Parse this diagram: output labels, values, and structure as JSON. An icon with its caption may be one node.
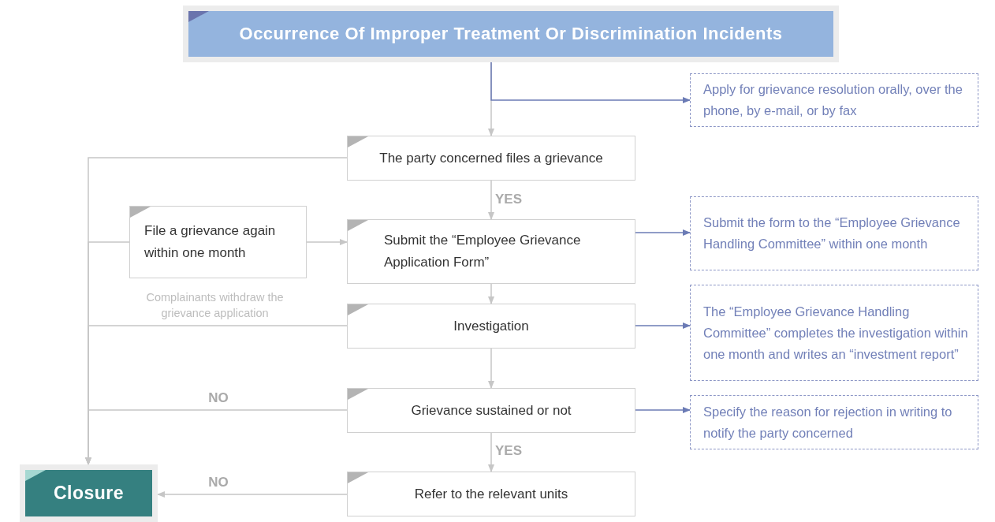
{
  "diagram": {
    "nodes": [
      {
        "text": [
          "Occurrence Of Improper Treatment Or Discrimination Incidents"
        ]
      },
      {
        "text": [
          "Apply for grievance resolution orally, over the phone, by e-mail, or by fax"
        ]
      },
      {
        "text": [
          "The party concerned files a grievance"
        ]
      },
      {
        "text": [
          "File a grievance again within one month"
        ]
      },
      {
        "text": [
          "Submit the “Employee Grievance Application Form”"
        ]
      },
      {
        "text": [
          "Submit the form to the “Employee Grievance Handling Committee” within one month"
        ]
      },
      {
        "text": [
          "Investigation"
        ]
      },
      {
        "text": [
          "The “Employee Grievance Handling Committee” completes the investigation within one month and writes an “investment report”"
        ]
      },
      {
        "text": [
          "Grievance sustained or not"
        ]
      },
      {
        "text": [
          "Specify the reason for rejection in writing to notify the party concerned"
        ]
      },
      {
        "text": [
          "Refer to the relevant units"
        ]
      },
      {
        "text": [
          "Closure"
        ]
      }
    ],
    "edges": [
      {
        "from": 0,
        "to": 2,
        "arrow": "to"
      },
      {
        "from": 0,
        "to": 1,
        "arrow": "to",
        "color": "#6b7bb5"
      },
      {
        "from": 2,
        "to": 4,
        "arrow": "to",
        "label": "YES"
      },
      {
        "from": 2,
        "to": 11,
        "arrow": "to"
      },
      {
        "from": 3,
        "to": 11,
        "arrow": "to"
      },
      {
        "from": 3,
        "to": 4,
        "arrow": "to"
      },
      {
        "from": 4,
        "to": 5,
        "arrow": "to",
        "color": "#6b7bb5"
      },
      {
        "from": 4,
        "to": 6,
        "arrow": "to"
      },
      {
        "from": 6,
        "to": 11,
        "arrow": "to",
        "label": "Complainants withdraw the grievance application"
      },
      {
        "from": 6,
        "to": 7,
        "arrow": "to",
        "color": "#6b7bb5"
      },
      {
        "from": 6,
        "to": 8,
        "arrow": "to"
      },
      {
        "from": 8,
        "to": 11,
        "arrow": "to",
        "label": "NO"
      },
      {
        "from": 8,
        "to": 9,
        "arrow": "to",
        "color": "#6b7bb5"
      },
      {
        "from": 8,
        "to": 10,
        "arrow": "to",
        "label": "YES"
      },
      {
        "from": 10,
        "to": 11,
        "arrow": "to",
        "label": "NO"
      }
    ]
  }
}
